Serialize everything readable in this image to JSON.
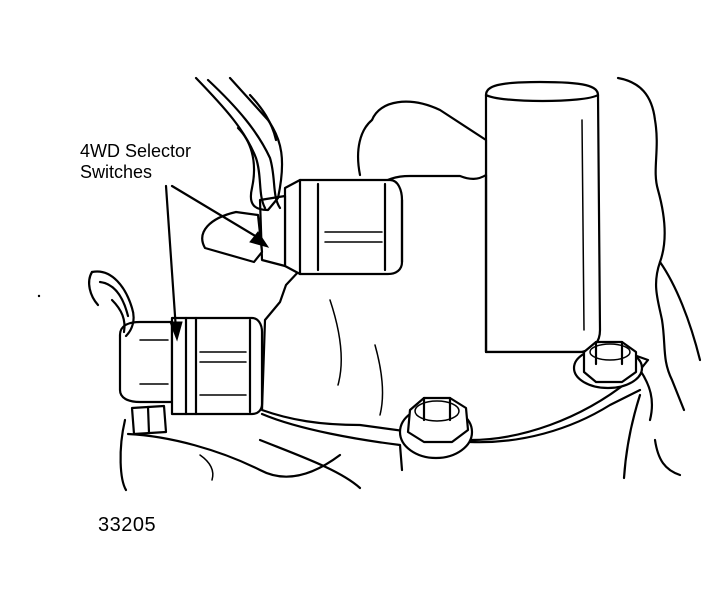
{
  "callout": {
    "line1": "4WD Selector",
    "line2": "Switches"
  },
  "figure_number": "33205",
  "colors": {
    "ink": "#000000",
    "paper": "#ffffff"
  }
}
